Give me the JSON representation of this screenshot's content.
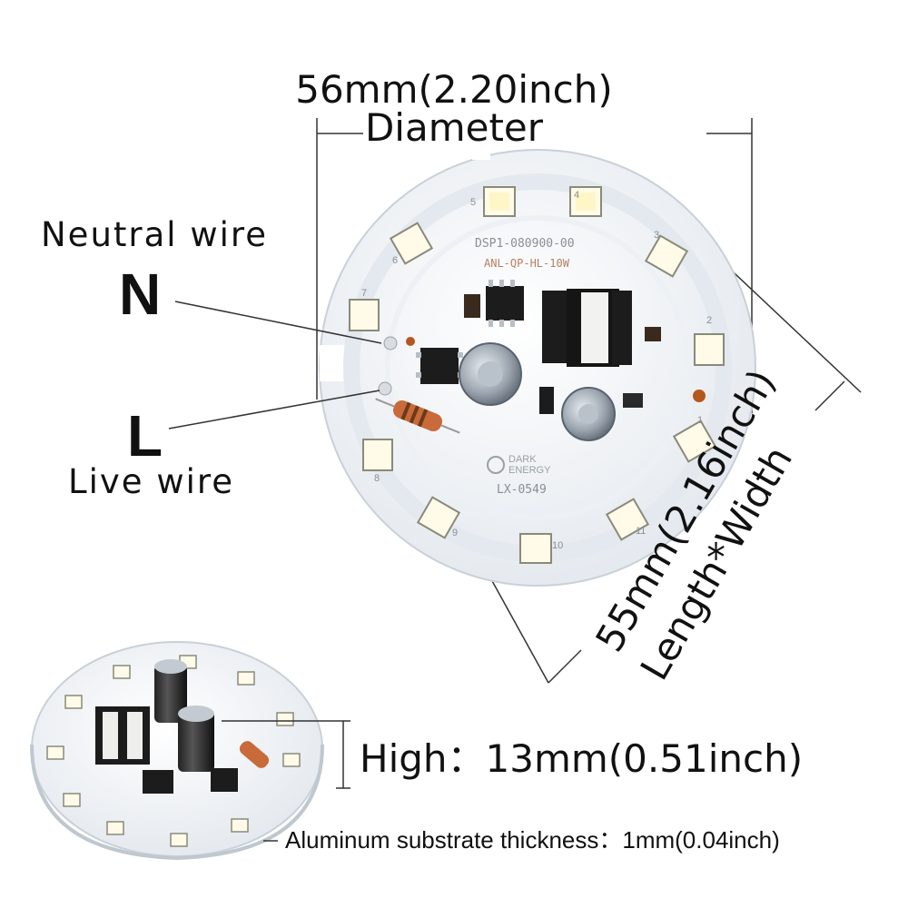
{
  "dimensions": {
    "diameter_value": "56mm(2.20inch)",
    "diameter_label": "Diameter",
    "length_value": "55mm(2.16inch)",
    "length_label": "Length*Width",
    "high": "High：13mm(0.51inch)",
    "thickness": "Aluminum substrate thickness：1mm(0.04inch)"
  },
  "wires": {
    "neutral_name": "Neutral wire",
    "neutral_letter": "N",
    "live_name": "Live wire",
    "live_letter": "L"
  },
  "board": {
    "part_number": "DSP1-080900-00",
    "model_code": "ANL-QP-HL-10W",
    "brand_line1": "DARK",
    "brand_line2": "ENERGY",
    "board_id": "LX-0549",
    "led_numbers": [
      "1",
      "2",
      "3",
      "4",
      "5",
      "6",
      "7",
      "8",
      "9",
      "10",
      "11"
    ],
    "led_count": 11,
    "colors": {
      "substrate": "#f4f6f8",
      "led": "#fffbe8",
      "component": "#1c1c1c"
    }
  }
}
